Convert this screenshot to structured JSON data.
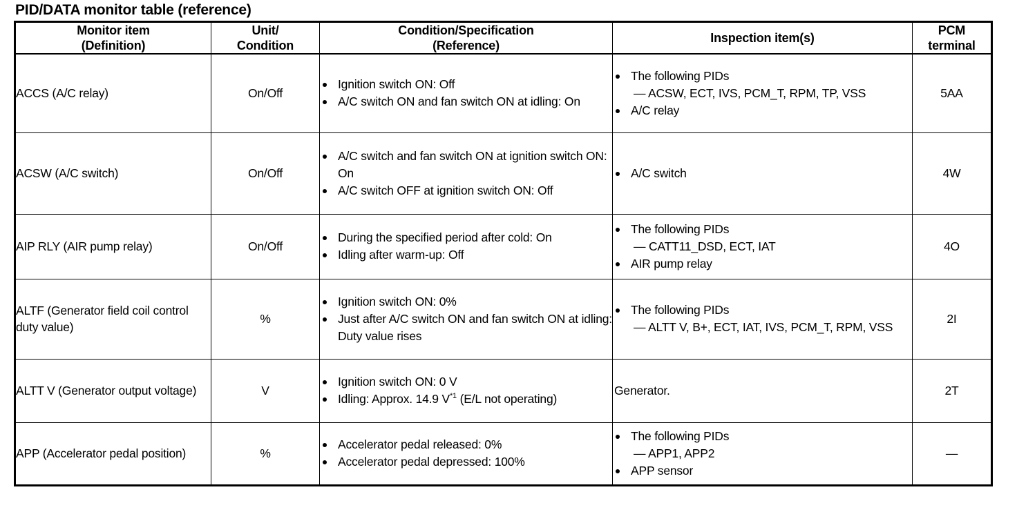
{
  "document": {
    "title": "PID/DATA monitor table (reference)"
  },
  "table": {
    "headers": {
      "monitor_item_line1": "Monitor item",
      "monitor_item_line2": "(Definition)",
      "unit_line1": "Unit/",
      "unit_line2": "Condition",
      "condition_line1": "Condition/Specification",
      "condition_line2": "(Reference)",
      "inspection": "Inspection item(s)",
      "pcm_line1": "PCM",
      "pcm_line2": "terminal"
    },
    "rows": [
      {
        "monitor_item": "ACCS (A/C relay)",
        "unit": "On/Off",
        "conditions": [
          {
            "text": "Ignition switch ON: Off"
          },
          {
            "text": "A/C switch ON and fan switch ON at idling: On"
          }
        ],
        "inspections": [
          {
            "text": "The following PIDs",
            "sub": "— ACSW, ECT, IVS, PCM_T, RPM, TP, VSS"
          },
          {
            "text": "A/C relay"
          }
        ],
        "pcm_terminal": "5AA"
      },
      {
        "monitor_item": "ACSW (A/C switch)",
        "unit": "On/Off",
        "conditions": [
          {
            "text": "A/C switch and fan switch ON at ignition switch ON: On"
          },
          {
            "text": "A/C switch OFF at ignition switch ON: Off"
          }
        ],
        "inspections": [
          {
            "text": "A/C switch"
          }
        ],
        "pcm_terminal": "4W"
      },
      {
        "monitor_item": "AIP RLY (AIR pump relay)",
        "unit": "On/Off",
        "conditions": [
          {
            "text": "During the specified period after cold: On"
          },
          {
            "text": "Idling after warm-up: Off"
          }
        ],
        "inspections": [
          {
            "text": "The following PIDs",
            "sub": "— CATT11_DSD, ECT, IAT"
          },
          {
            "text": "AIR pump relay"
          }
        ],
        "pcm_terminal": "4O"
      },
      {
        "monitor_item": "ALTF (Generator field coil control duty value)",
        "unit": "%",
        "conditions": [
          {
            "text": "Ignition switch ON: 0%"
          },
          {
            "text": "Just after A/C switch ON and fan switch ON at idling: Duty value rises"
          }
        ],
        "inspections": [
          {
            "text": "The following PIDs",
            "sub": "— ALTT V, B+, ECT, IAT, IVS, PCM_T, RPM, VSS"
          }
        ],
        "pcm_terminal": "2I"
      },
      {
        "monitor_item": "ALTT V (Generator output voltage)",
        "unit": "V",
        "conditions": [
          {
            "text": "Ignition switch ON: 0 V"
          },
          {
            "text": "Idling: Approx. 14.9 V",
            "footnote": "*1",
            "text_after": " (E/L not operating)"
          }
        ],
        "inspection_plain": "Generator.",
        "inspections": [],
        "pcm_terminal": "2T"
      },
      {
        "monitor_item": "APP (Accelerator pedal position)",
        "unit": "%",
        "conditions": [
          {
            "text": "Accelerator pedal released: 0%"
          },
          {
            "text": "Accelerator pedal depressed: 100%"
          }
        ],
        "inspections": [
          {
            "text": "The following PIDs",
            "sub": "— APP1, APP2"
          },
          {
            "text": "APP sensor"
          }
        ],
        "pcm_terminal": "—"
      }
    ]
  }
}
